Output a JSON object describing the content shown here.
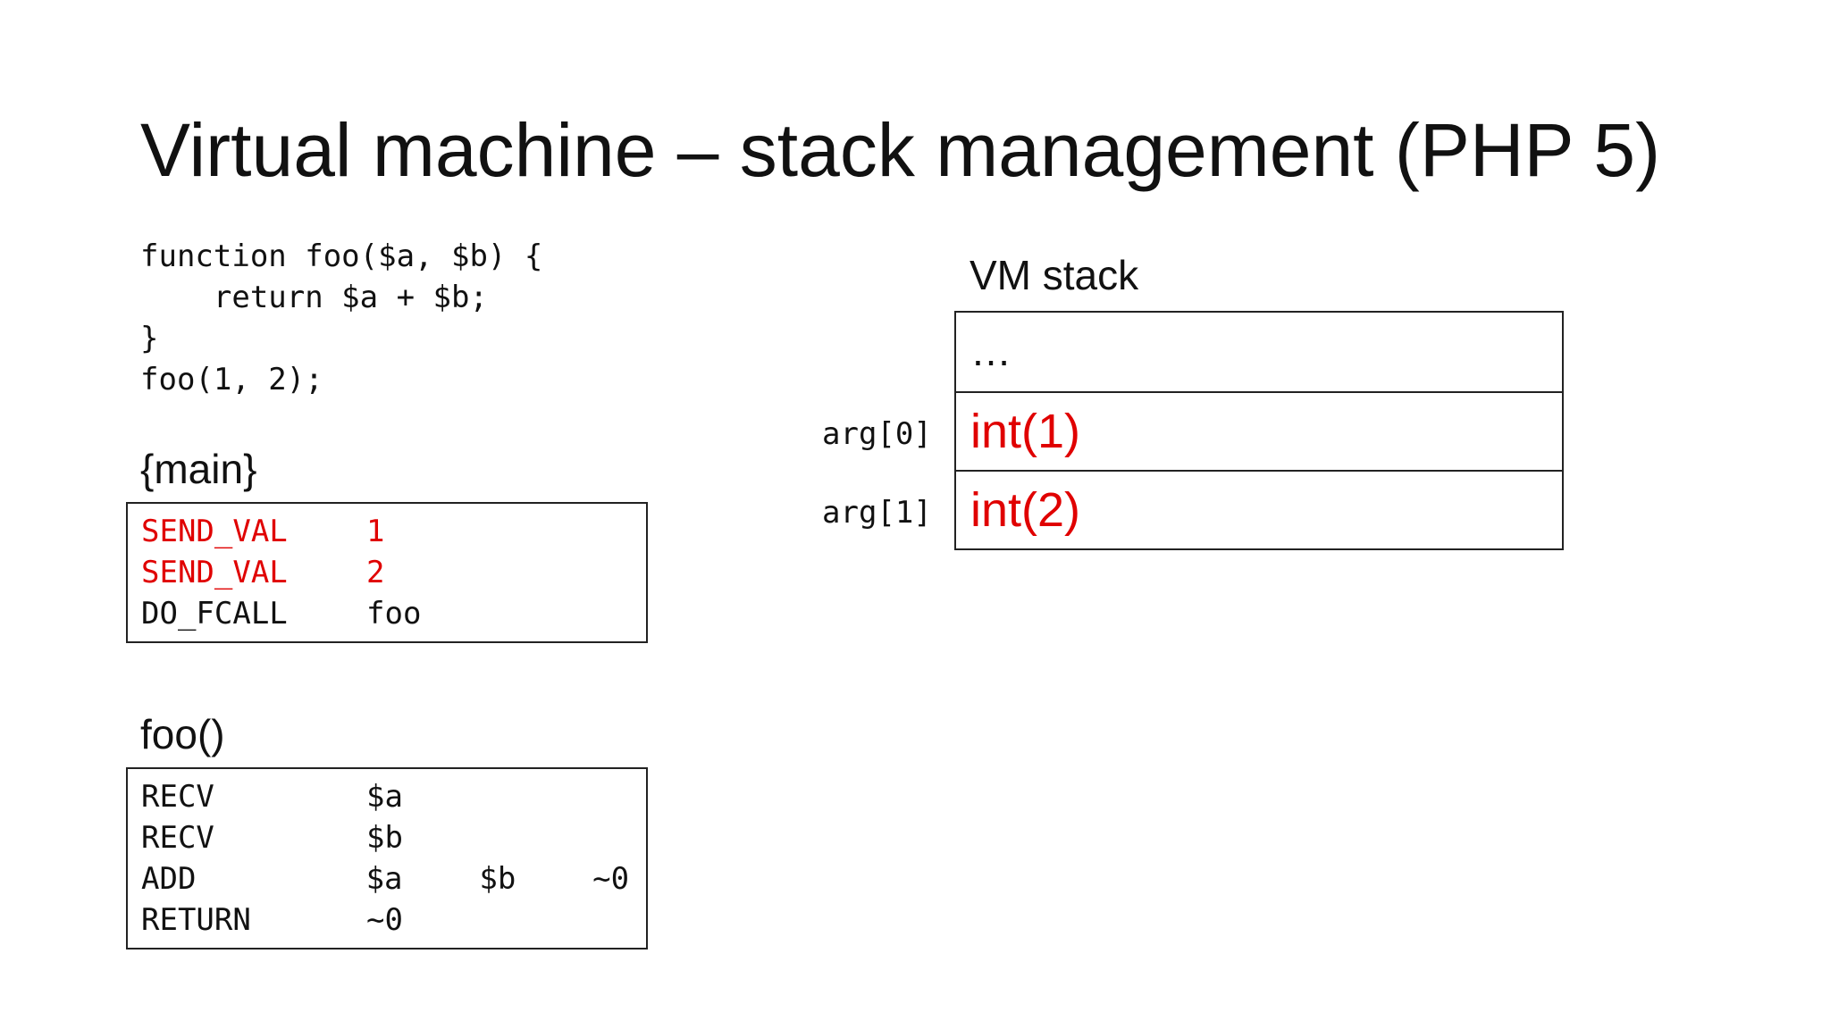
{
  "slide": {
    "title": "Virtual machine – stack management (PHP 5)"
  },
  "code": {
    "lines": [
      "function foo($a, $b) {",
      "    return $a + $b;",
      "}",
      "foo(1, 2);"
    ]
  },
  "main_block": {
    "label": "{main}",
    "ops": [
      {
        "opcode": "SEND_VAL",
        "op1": "1",
        "op2": "",
        "result": "",
        "highlight": true
      },
      {
        "opcode": "SEND_VAL",
        "op1": "2",
        "op2": "",
        "result": "",
        "highlight": true
      },
      {
        "opcode": "DO_FCALL",
        "op1": "foo",
        "op2": "",
        "result": "",
        "highlight": false
      }
    ]
  },
  "foo_block": {
    "label": "foo()",
    "ops": [
      {
        "opcode": "RECV",
        "op1": "$a",
        "op2": "",
        "result": ""
      },
      {
        "opcode": "RECV",
        "op1": "$b",
        "op2": "",
        "result": ""
      },
      {
        "opcode": "ADD",
        "op1": "$a",
        "op2": "$b",
        "result": "~0"
      },
      {
        "opcode": "RETURN",
        "op1": "~0",
        "op2": "",
        "result": ""
      }
    ]
  },
  "vm_stack": {
    "label": "VM stack",
    "cells": [
      {
        "arg_label": "",
        "value": "…"
      },
      {
        "arg_label": "arg[0]",
        "value": "int(1)"
      },
      {
        "arg_label": "arg[1]",
        "value": "int(2)"
      }
    ]
  },
  "colors": {
    "highlight": "#e00000",
    "text": "#111111",
    "border": "#222222"
  }
}
